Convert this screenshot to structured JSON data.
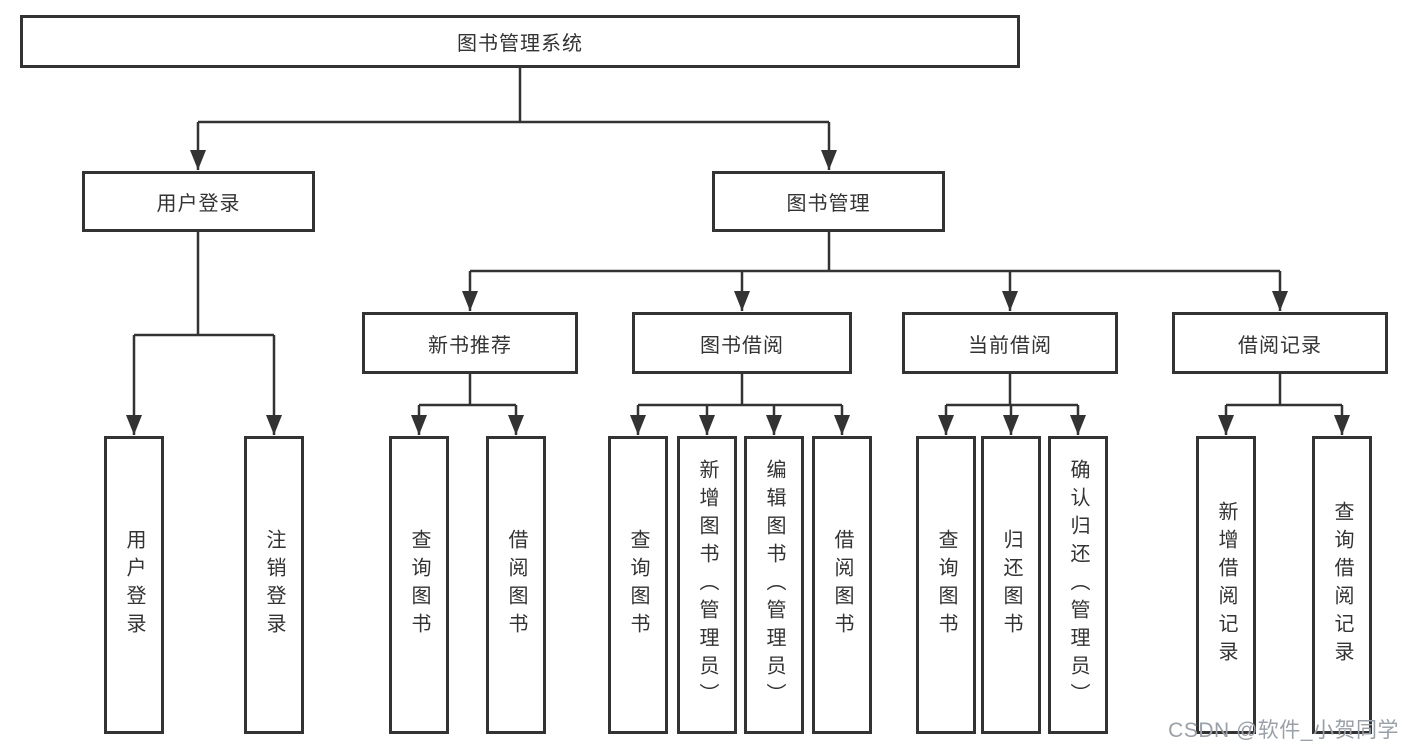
{
  "colors": {
    "line": "#333333",
    "box_border": "#333333",
    "text": "#333333",
    "background": "#ffffff",
    "watermark": "#9aa0a8"
  },
  "watermark": {
    "text": "CSDN @软件_小贺同学"
  },
  "tree": {
    "root": {
      "label": "图书管理系统"
    },
    "branches": [
      {
        "label": "用户登录",
        "children": [
          {
            "label": "用户登录"
          },
          {
            "label": "注销登录"
          }
        ]
      },
      {
        "label": "图书管理",
        "children": [
          {
            "label": "新书推荐",
            "children": [
              {
                "label": "查询图书"
              },
              {
                "label": "借阅图书"
              }
            ]
          },
          {
            "label": "图书借阅",
            "children": [
              {
                "label": "查询图书"
              },
              {
                "label": "新增图书（管理员）"
              },
              {
                "label": "编辑图书（管理员）"
              },
              {
                "label": "借阅图书"
              }
            ]
          },
          {
            "label": "当前借阅",
            "children": [
              {
                "label": "查询图书"
              },
              {
                "label": "归还图书"
              },
              {
                "label": "确认归还（管理员）"
              }
            ]
          },
          {
            "label": "借阅记录",
            "children": [
              {
                "label": "新增借阅记录"
              },
              {
                "label": "查询借阅记录"
              }
            ]
          }
        ]
      }
    ]
  }
}
